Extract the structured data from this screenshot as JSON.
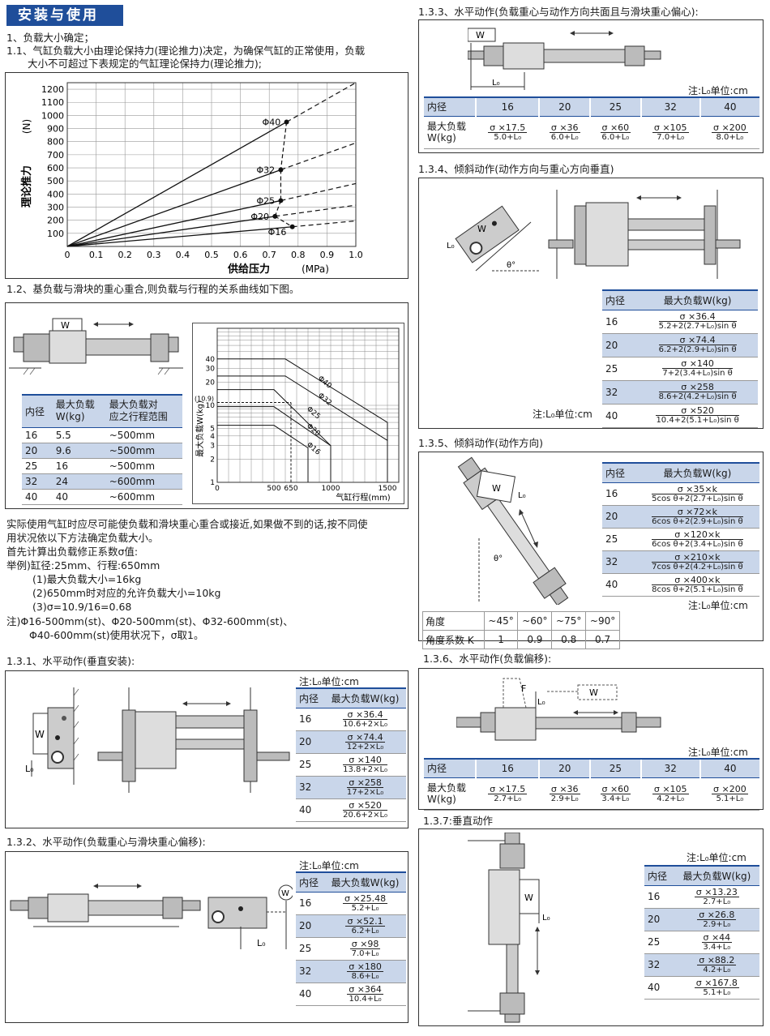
{
  "title": "安装与使用",
  "intro": {
    "l1": "1、负载大小确定；",
    "l2": "1.1、气缸负载大小由理论保持力(理论推力)决定，为确保气缸的正常使用，负载",
    "l3": "大小不可超过下表规定的气缸理论保持力(理论推力);"
  },
  "chart_data": [
    {
      "type": "line",
      "ylabel": "理论推力",
      "yunit": "(N)",
      "xlabel": "供给压力",
      "xunit": "(MPa)",
      "x_ticks": [
        "0",
        "0.1",
        "0.2",
        "0.3",
        "0.4",
        "0.5",
        "0.6",
        "0.7",
        "0.8",
        "0.9",
        "1.0"
      ],
      "y_ticks": [
        "100",
        "200",
        "300",
        "400",
        "500",
        "600",
        "700",
        "800",
        "900",
        "1000",
        "1100",
        "1200"
      ],
      "xlim": [
        0,
        1.0
      ],
      "ylim": [
        0,
        1250
      ],
      "series": [
        {
          "name": "Φ40",
          "x": [
            0,
            0.76
          ],
          "y": [
            0,
            950
          ],
          "dashed_to": [
            1.0,
            1250
          ]
        },
        {
          "name": "Φ32",
          "x": [
            0,
            0.74
          ],
          "y": [
            0,
            585
          ],
          "dashed_to": [
            1.0,
            790
          ]
        },
        {
          "name": "Φ25",
          "x": [
            0,
            0.74
          ],
          "y": [
            0,
            350
          ],
          "dashed_to": [
            1.0,
            480
          ]
        },
        {
          "name": "Φ20",
          "x": [
            0,
            0.72
          ],
          "y": [
            0,
            230
          ],
          "dashed_to": [
            1.0,
            315
          ]
        },
        {
          "name": "Φ16",
          "x": [
            0,
            0.78
          ],
          "y": [
            0,
            150
          ],
          "dashed_to": [
            1.0,
            195
          ]
        }
      ],
      "knee_points": [
        [
          0.76,
          950
        ],
        [
          0.74,
          585
        ],
        [
          0.74,
          350
        ],
        [
          0.72,
          230
        ],
        [
          0.78,
          150
        ]
      ]
    },
    {
      "type": "line",
      "ylabel": "最大负载W(kg)",
      "xlabel": "气缸行程(mm)",
      "x_ticks": [
        "0",
        "500",
        "650",
        "1000",
        "1500"
      ],
      "y_ticks": [
        "1",
        "2",
        "3",
        "4",
        "5",
        "10",
        "20",
        "30",
        "40"
      ],
      "y_marker": "(10.9)",
      "series": [
        {
          "name": "Φ40",
          "x": [
            0,
            600,
            1500
          ],
          "y": [
            40,
            40,
            6
          ]
        },
        {
          "name": "Φ32",
          "x": [
            0,
            600,
            1500
          ],
          "y": [
            24,
            24,
            3.5
          ]
        },
        {
          "name": "Φ25",
          "x": [
            0,
            500,
            1000
          ],
          "y": [
            16,
            16,
            3
          ]
        },
        {
          "name": "Φ20",
          "x": [
            0,
            500,
            1000
          ],
          "y": [
            9.6,
            9.6,
            3
          ]
        },
        {
          "name": "Φ16",
          "x": [
            0,
            500,
            800
          ],
          "y": [
            5.5,
            5.5,
            2.8
          ]
        }
      ]
    }
  ],
  "s12": {
    "heading": "1.2、基负载与滑块的重心重合,则负载与行程的关系曲线如下图。",
    "w": "W",
    "table": {
      "headers": [
        "内径",
        "最大负载\nW(kg)",
        "最大负载对\n应之行程范围"
      ],
      "h1": "内径",
      "h2a": "最大负载",
      "h2b": "W(kg)",
      "h3a": "最大负载对",
      "h3b": "应之行程范围",
      "rows": [
        [
          "16",
          "5.5",
          "~500mm"
        ],
        [
          "20",
          "9.6",
          "~500mm"
        ],
        [
          "25",
          "16",
          "~500mm"
        ],
        [
          "32",
          "24",
          "~600mm"
        ],
        [
          "40",
          "40",
          "~600mm"
        ]
      ]
    }
  },
  "notes": {
    "p1": "实际使用气缸时应尽可能使负载和滑块重心重合或接近,如果做不到的话,按不同使",
    "p2": "用状况依以下方法确定负载大小。",
    "p3": "首先计算出负载修正系数σ值:",
    "p4": "举例)缸径:25mm、行程:650mm",
    "p5": "(1)最大负载大小=16kg",
    "p6": "(2)650mm时对应的允许负载大小=10kg",
    "p7": "(3)σ=10.9/16=0.68",
    "p8": "注)Φ16-500mm(st)、Φ20-500mm(st)、Φ32-600mm(st)、",
    "p9": "Φ40-600mm(st)使用状况下，σ取1。"
  },
  "s131": {
    "heading": "1.3.1、水平动作(垂直安装):",
    "note": "注:L₀单位:cm",
    "h1": "内径",
    "h2": "最大负载W(kg)",
    "rows": [
      {
        "d": "16",
        "n": "σ ×36.4",
        "den": "10.6+2×L₀"
      },
      {
        "d": "20",
        "n": "σ ×74.4",
        "den": "12+2×L₀"
      },
      {
        "d": "25",
        "n": "σ ×140",
        "den": "13.8+2×L₀"
      },
      {
        "d": "32",
        "n": "σ ×258",
        "den": "17+2×L₀"
      },
      {
        "d": "40",
        "n": "σ ×520",
        "den": "20.6+2×L₀"
      }
    ]
  },
  "s132": {
    "heading": "1.3.2、水平动作(负载重心与滑块重心偏移):",
    "note": "注:L₀单位:cm",
    "h1": "内径",
    "h2": "最大负载W(kg)",
    "rows": [
      {
        "d": "16",
        "n": "σ ×25.48",
        "den": "5.2+L₀"
      },
      {
        "d": "20",
        "n": "σ ×52.1",
        "den": "6.2+L₀"
      },
      {
        "d": "25",
        "n": "σ ×98",
        "den": "7.0+L₀"
      },
      {
        "d": "32",
        "n": "σ ×180",
        "den": "8.6+L₀"
      },
      {
        "d": "40",
        "n": "σ ×364",
        "den": "10.4+L₀"
      }
    ]
  },
  "s133": {
    "heading": "1.3.3、水平动作(负载重心与动作方向共面且与滑块重心偏心):",
    "note": "注:L₀单位:cm",
    "h_label": "内径",
    "sizes": [
      "16",
      "20",
      "25",
      "32",
      "40"
    ],
    "row_label_a": "最大负载",
    "row_label_b": "W(kg)",
    "nums": [
      "σ ×17.5",
      "σ ×36",
      "σ ×60",
      "σ ×105",
      "σ ×200"
    ],
    "dens": [
      "5.0+L₀",
      "6.0+L₀",
      "6.0+L₀",
      "7.0+L₀",
      "8.0+L₀"
    ]
  },
  "s134": {
    "heading": "1.3.4、倾斜动作(动作方向与重心方向垂直)",
    "note": "注:L₀单位:cm",
    "h1": "内径",
    "h2": "最大负载W(kg)",
    "rows": [
      {
        "d": "16",
        "n": "σ ×36.4",
        "den": "5.2+2(2.7+L₀)sin θ"
      },
      {
        "d": "20",
        "n": "σ ×74.4",
        "den": "6.2+2(2.9+L₀)sin θ"
      },
      {
        "d": "25",
        "n": "σ ×140",
        "den": "7+2(3.4+L₀)sin θ"
      },
      {
        "d": "32",
        "n": "σ ×258",
        "den": "8.6+2(4.2+L₀)sin θ"
      },
      {
        "d": "40",
        "n": "σ ×520",
        "den": "10.4+2(5.1+L₀)sin θ"
      }
    ]
  },
  "s135": {
    "heading": "1.3.5、倾斜动作(动作方向)",
    "note": "注:L₀单位:cm",
    "h1": "内径",
    "h2": "最大负载W(kg)",
    "rows": [
      {
        "d": "16",
        "n": "σ ×35×k",
        "den": "5cos θ+2(2.7+L₀)sin θ"
      },
      {
        "d": "20",
        "n": "σ ×72×k",
        "den": "6cos θ+2(2.9+L₀)sin θ"
      },
      {
        "d": "25",
        "n": "σ ×120×k",
        "den": "6cos θ+2(3.4+L₀)sin θ"
      },
      {
        "d": "32",
        "n": "σ ×210×k",
        "den": "7cos θ+2(4.2+L₀)sin θ"
      },
      {
        "d": "40",
        "n": "σ ×400×k",
        "den": "8cos θ+2(5.1+L₀)sin θ"
      }
    ],
    "angle_label": "角度",
    "angles": [
      "~45°",
      "~60°",
      "~75°",
      "~90°"
    ],
    "k_label": "角度系数 K",
    "ks": [
      "1",
      "0.9",
      "0.8",
      "0.7"
    ]
  },
  "s136": {
    "heading": "1.3.6、水平动作(负载偏移):",
    "note": "注:L₀单位:cm",
    "h_label": "内径",
    "sizes": [
      "16",
      "20",
      "25",
      "32",
      "40"
    ],
    "row_label_a": "最大负载",
    "row_label_b": "W(kg)",
    "nums": [
      "σ ×17.5",
      "σ ×36",
      "σ ×60",
      "σ ×105",
      "σ ×200"
    ],
    "dens": [
      "2.7+L₀",
      "2.9+L₀",
      "3.4+L₀",
      "4.2+L₀",
      "5.1+L₀"
    ]
  },
  "s137": {
    "heading": "1.3.7:垂直动作",
    "note": "注:L₀单位:cm",
    "h1": "内径",
    "h2": "最大负载W(kg)",
    "rows": [
      {
        "d": "16",
        "n": "σ ×13.23",
        "den": "2.7+L₀"
      },
      {
        "d": "20",
        "n": "σ ×26.8",
        "den": "2.9+L₀"
      },
      {
        "d": "25",
        "n": "σ ×44",
        "den": "3.4+L₀"
      },
      {
        "d": "32",
        "n": "σ ×88.2",
        "den": "4.2+L₀"
      },
      {
        "d": "40",
        "n": "σ ×167.8",
        "den": "5.1+L₀"
      }
    ]
  },
  "labels": {
    "w": "W",
    "l0": "L₀",
    "f": "F",
    "theta": "θ°",
    "lo_units": "L₀"
  },
  "colors": {
    "accent": "#1f4e9a",
    "band": "#c9d6ea",
    "cylinder": "#c8c8c8"
  }
}
